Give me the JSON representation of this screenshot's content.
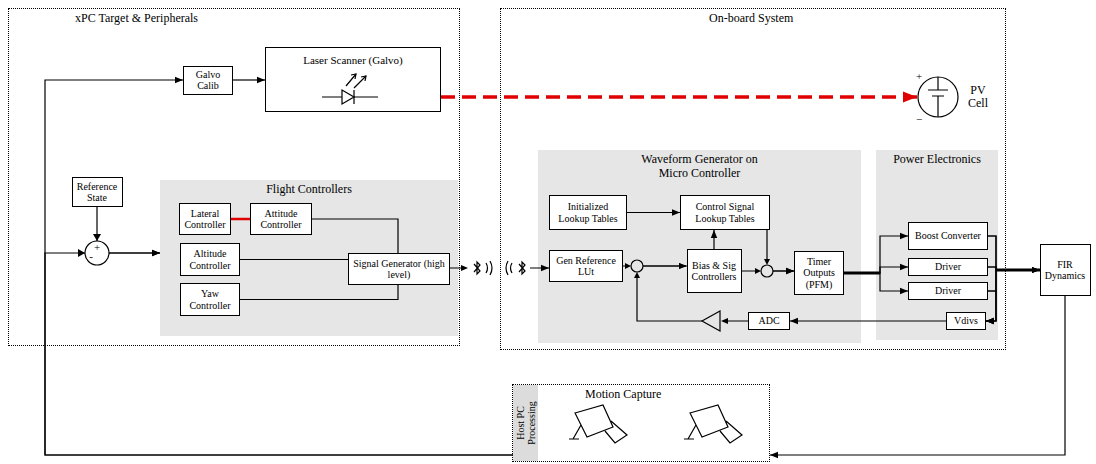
{
  "diagram": {
    "nodes": [
      {
        "text": [
          "xPC Target & Peripherals"
        ]
      },
      {
        "text": [
          "On-board System"
        ]
      },
      {
        "text": [
          "Galvo Calib"
        ],
        "in": 0
      },
      {
        "text": [
          "Laser Scanner (Galvo)"
        ],
        "in": 0
      },
      {
        "text": [
          "Reference State"
        ],
        "in": 0
      },
      {
        "text": [
          "Flight Controllers"
        ],
        "in": 0
      },
      {
        "text": [
          "Lateral Controller"
        ],
        "in": 5
      },
      {
        "text": [
          "Attitude Controller"
        ],
        "in": 5
      },
      {
        "text": [
          "Altitude Controller"
        ],
        "in": 5
      },
      {
        "text": [
          "Yaw Controller"
        ],
        "in": 5
      },
      {
        "text": [
          "Signal Generator (high level)"
        ],
        "in": 5
      },
      {
        "text": [
          "PV Cell"
        ],
        "in": 1
      },
      {
        "text": [
          "Waveform Generator on Micro Controller"
        ],
        "in": 1
      },
      {
        "text": [
          "Initialized Lookup Tables"
        ],
        "in": 12
      },
      {
        "text": [
          "Control Signal Lookup Tables"
        ],
        "in": 12
      },
      {
        "text": [
          "Gen Reference LUt"
        ],
        "in": 12
      },
      {
        "text": [
          "Bias & Sig Controllers"
        ],
        "in": 12
      },
      {
        "text": [
          "Timer Outputs (PFM)"
        ],
        "in": 12
      },
      {
        "text": [
          "ADC"
        ],
        "in": 12
      },
      {
        "text": [
          "Power Electronics"
        ],
        "in": 1
      },
      {
        "text": [
          "Boost Converter"
        ],
        "in": 19
      },
      {
        "text": [
          "Driver"
        ],
        "in": 19
      },
      {
        "text": [
          "Driver"
        ],
        "in": 19
      },
      {
        "text": [
          "Vdivs"
        ],
        "in": 19
      },
      {
        "text": [
          "FIR Dynamics"
        ]
      },
      {
        "text": [
          "Motion Capture"
        ]
      },
      {
        "text": [
          "Host PC Processing"
        ],
        "in": 25
      }
    ],
    "edges": [
      {
        "from": 2,
        "to": 3,
        "arrow": "to"
      },
      {
        "from": 3,
        "to": 11,
        "arrow": "to"
      },
      {
        "from": 4,
        "to": 5,
        "arrow": "to"
      },
      {
        "from": 26,
        "to": 2,
        "arrow": "to"
      },
      {
        "from": 26,
        "to": 5,
        "arrow": "to"
      },
      {
        "from": 6,
        "to": 7,
        "arrow": "none"
      },
      {
        "from": 7,
        "to": 10,
        "arrow": "none"
      },
      {
        "from": 8,
        "to": 10,
        "arrow": "none"
      },
      {
        "from": 9,
        "to": 10,
        "arrow": "none"
      },
      {
        "from": 10,
        "to": 15,
        "arrow": "to"
      },
      {
        "from": 13,
        "to": 14,
        "arrow": "to"
      },
      {
        "from": 15,
        "to": 16,
        "arrow": "to"
      },
      {
        "from": 18,
        "to": 16,
        "arrow": "to"
      },
      {
        "from": 16,
        "to": 14,
        "arrow": "to"
      },
      {
        "from": 14,
        "to": 17,
        "arrow": "to"
      },
      {
        "from": 16,
        "to": 17,
        "arrow": "to"
      },
      {
        "from": 17,
        "to": 20,
        "arrow": "to"
      },
      {
        "from": 17,
        "to": 21,
        "arrow": "to"
      },
      {
        "from": 17,
        "to": 22,
        "arrow": "to"
      },
      {
        "from": 20,
        "to": 24,
        "arrow": "to"
      },
      {
        "from": 21,
        "to": 24,
        "arrow": "to"
      },
      {
        "from": 22,
        "to": 24,
        "arrow": "to"
      },
      {
        "from": 20,
        "to": 23,
        "arrow": "to"
      },
      {
        "from": 21,
        "to": 23,
        "arrow": "to"
      },
      {
        "from": 22,
        "to": 23,
        "arrow": "to"
      },
      {
        "from": 23,
        "to": 18,
        "arrow": "to"
      },
      {
        "from": 24,
        "to": 25,
        "arrow": "to"
      }
    ],
    "labels": [
      "+",
      "-",
      "+",
      "−"
    ]
  }
}
